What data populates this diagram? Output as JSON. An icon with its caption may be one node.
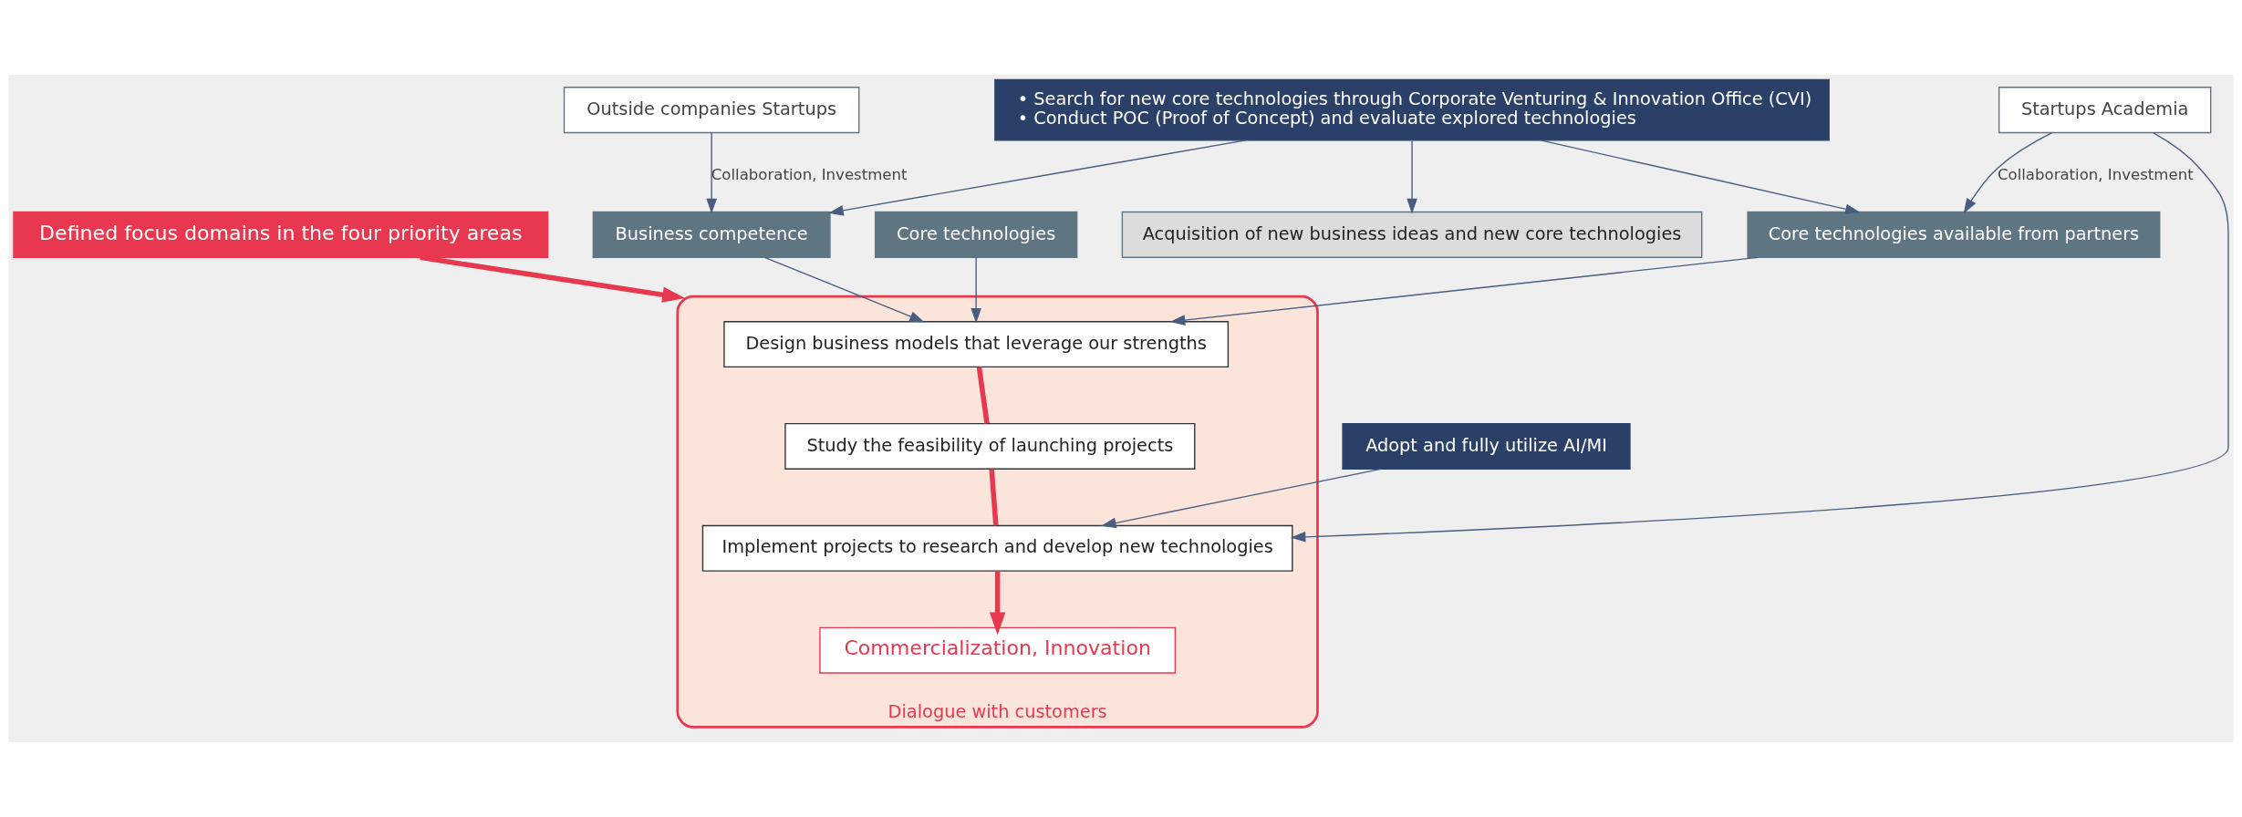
{
  "diagram": {
    "nodes": [
      {
        "text": [
          "Defined focus domains in the four priority areas"
        ]
      },
      {
        "text": [
          "Dialogue with customers"
        ]
      },
      {
        "text": [
          "Design business models that leverage our strengths"
        ],
        "in": 1
      },
      {
        "text": [
          "Study the feasibility of launching projects"
        ],
        "in": 1
      },
      {
        "text": [
          "Implement projects to research and develop new technologies"
        ],
        "in": 1
      },
      {
        "text": [
          "Commercialization, Innovation"
        ],
        "in": 1
      },
      {
        "text": [
          "Business competence"
        ]
      },
      {
        "text": [
          "Outside companies Startups"
        ]
      },
      {
        "text": [
          "Adopt and fully utilize AI/MI"
        ]
      },
      {
        "text": [
          "Core technologies"
        ]
      },
      {
        "text": [
          "Core technologies available from partners"
        ]
      },
      {
        "text": [
          "Startups Academia"
        ]
      },
      {
        "text": [
          "Acquisition of new business ideas and new core technologies"
        ]
      },
      {
        "text": [
          "• Search for new core technologies through Corporate Venturing & Innovation Office (CVI)",
          "• Conduct POC (Proof of Concept) and evaluate explored technologies"
        ]
      }
    ],
    "edges": [
      {
        "from": 0,
        "to": 1,
        "arrow": "to",
        "style": "thick",
        "color": "#e8384f"
      },
      {
        "from": 2,
        "to": 3,
        "arrow": "none",
        "style": "thick",
        "color": "#e8384f"
      },
      {
        "from": 3,
        "to": 4,
        "arrow": "none",
        "style": "thick",
        "color": "#e8384f"
      },
      {
        "from": 4,
        "to": 5,
        "arrow": "to",
        "style": "thick",
        "color": "#e8384f"
      },
      {
        "from": 6,
        "to": 2,
        "arrow": "to"
      },
      {
        "from": 9,
        "to": 2,
        "arrow": "to"
      },
      {
        "from": 10,
        "to": 2,
        "arrow": "to"
      },
      {
        "from": 7,
        "to": 6,
        "arrow": "to",
        "label": "Collaboration, Investment"
      },
      {
        "from": 8,
        "to": 4,
        "arrow": "to"
      },
      {
        "from": 11,
        "to": 4,
        "arrow": "to"
      },
      {
        "from": 11,
        "to": 10,
        "arrow": "to",
        "label": "Collaboration, Investment"
      },
      {
        "from": 13,
        "to": 6,
        "arrow": "to"
      },
      {
        "from": 13,
        "to": 10,
        "arrow": "to"
      },
      {
        "from": 13,
        "to": 12,
        "arrow": "to"
      }
    ]
  }
}
